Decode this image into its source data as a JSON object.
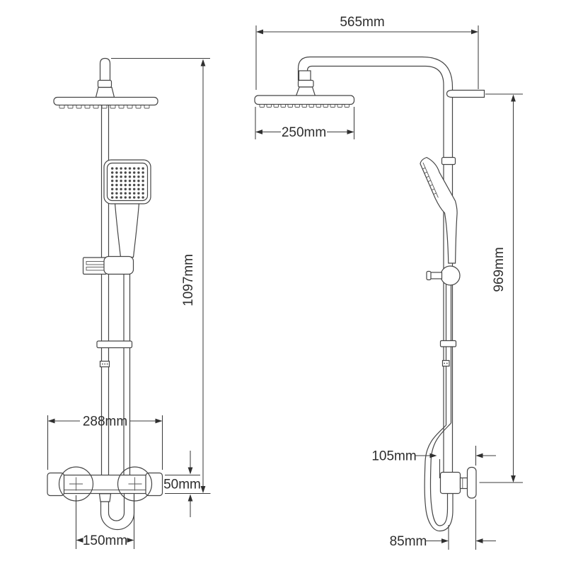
{
  "drawing": {
    "title": "shower-column-dimension-drawing",
    "front_view": {
      "dims": {
        "overall_height": "1097mm",
        "rail_width": "288mm",
        "valve_height": "50mm",
        "inlet_spacing": "150mm"
      }
    },
    "side_view": {
      "dims": {
        "arm_reach": "565mm",
        "head_diameter": "250mm",
        "column_height": "969mm",
        "hose_clearance": "105mm",
        "wall_clearance": "85mm"
      }
    },
    "colors": {
      "line": "#454545",
      "text": "#2d2d2d",
      "background": "#ffffff"
    }
  }
}
